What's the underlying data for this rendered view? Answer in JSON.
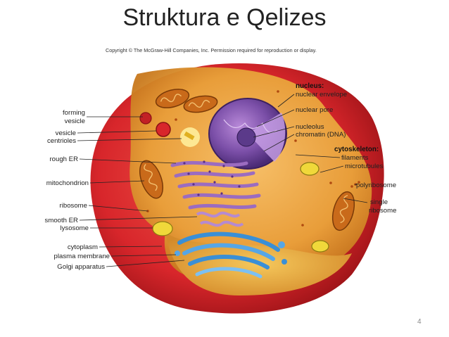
{
  "slide": {
    "title": "Struktura e Qelizes",
    "copyright": "Copyright © The McGraw-Hill Companies, Inc. Permission required for reproduction or display.",
    "page_number": "4"
  },
  "labels": {
    "forming_vesicle": [
      "forming",
      "vesicle"
    ],
    "vesicle": "vesicle",
    "centrioles": "centrioles",
    "rough_er": "rough ER",
    "mitochondrion": "mitochondrion",
    "ribosome": "ribosome",
    "smooth_er": "smooth ER",
    "lysosome": "lysosome",
    "cytoplasm": "cytoplasm",
    "plasma_membrane": "plasma membrane",
    "golgi_apparatus": "Golgi apparatus",
    "nucleus_heading": "nucleus:",
    "nuclear_envelope": "nuclear envelope",
    "nuclear_pore": "nuclear pore",
    "nucleolus": "nucleolus",
    "chromatin": "chromatin (DNA)",
    "cytoskeleton_heading": "cytoskeleton:",
    "filaments": "filaments",
    "microtubules": "microtubules",
    "polyribosome": "polyribosome",
    "single_ribosome": [
      "single",
      "ribosome"
    ]
  },
  "colors": {
    "membrane_red": "#d8262b",
    "cytoplasm_orange": "#e9a23a",
    "nucleus_purple": "#7b4fa8",
    "er_purple": "#9b6cc0",
    "golgi_blue": "#3a8fd6",
    "mito_orange": "#c96a1a"
  }
}
